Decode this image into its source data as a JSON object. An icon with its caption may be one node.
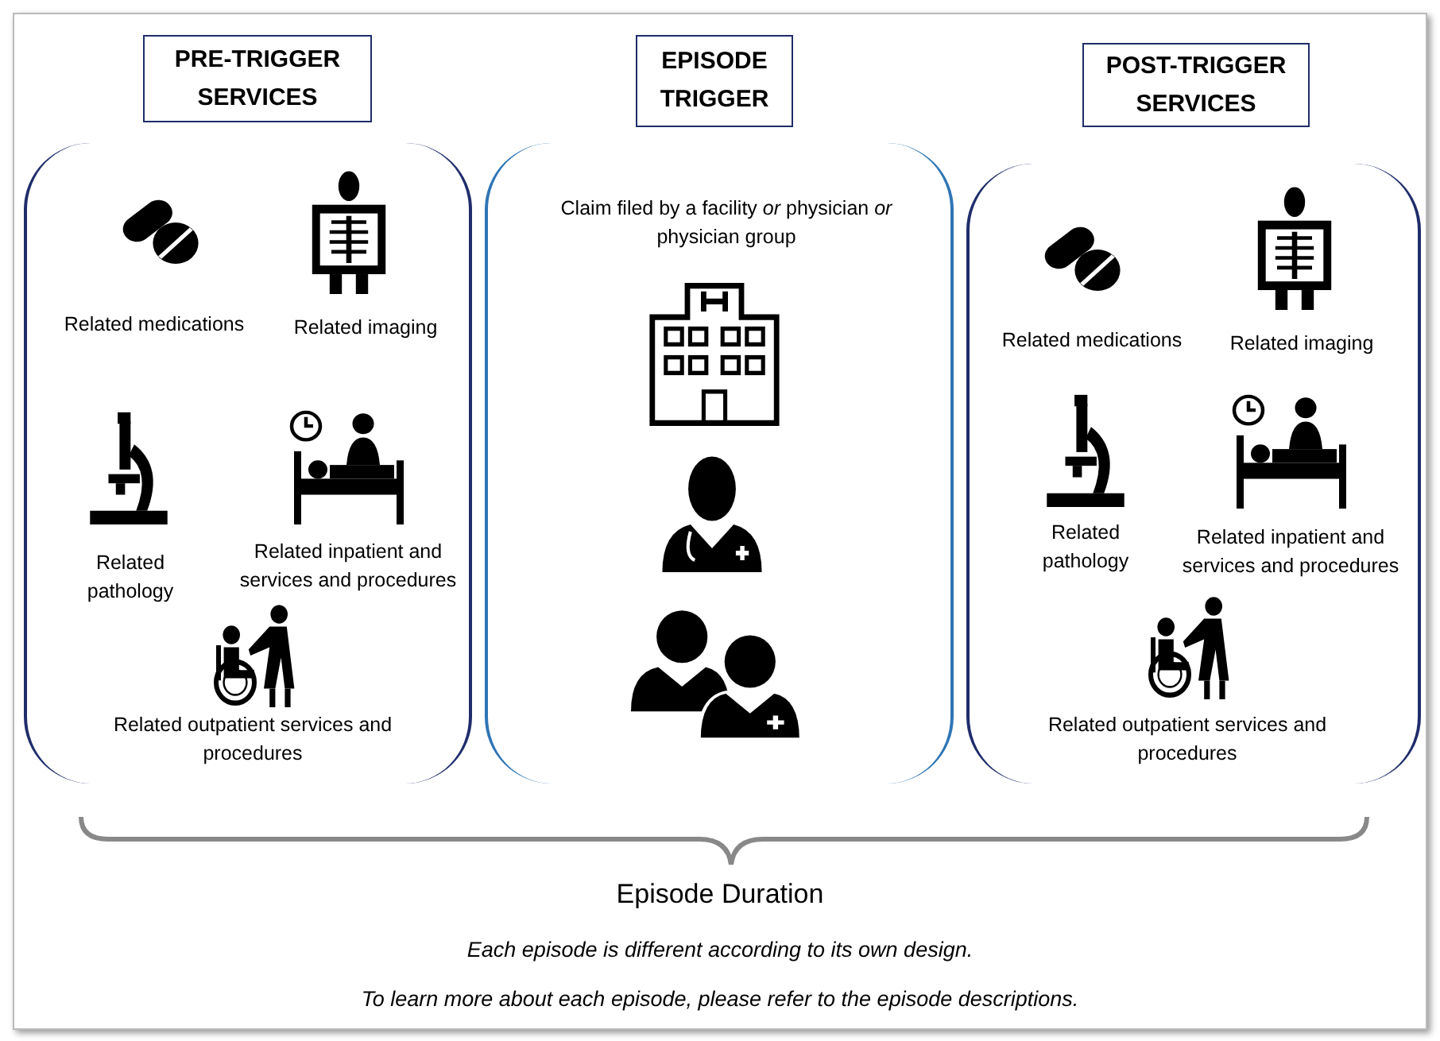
{
  "diagram": {
    "nodes": [
      {
        "text": [
          "PRE-TRIGGER SERVICES"
        ]
      },
      {
        "text": [
          "EPISODE TRIGGER"
        ]
      },
      {
        "text": [
          "POST-TRIGGER SERVICES"
        ]
      },
      {
        "text": [
          "Related medications",
          "Related imaging",
          "Related pathology",
          "Related inpatient and services and procedures",
          "Related outpatient services and procedures"
        ]
      },
      {
        "text": [
          "Claim filed by a facility *or* physician *or* physician group"
        ]
      },
      {
        "text": [
          "Related medications",
          "Related imaging",
          "Related pathology",
          "Related inpatient and services and procedures",
          "Related outpatient services and procedures"
        ]
      }
    ],
    "edges": [],
    "labels": [
      "Episode Duration",
      "Each episode is different according to its own design.",
      "To learn more about each episode, please refer to the episode descriptions."
    ]
  }
}
